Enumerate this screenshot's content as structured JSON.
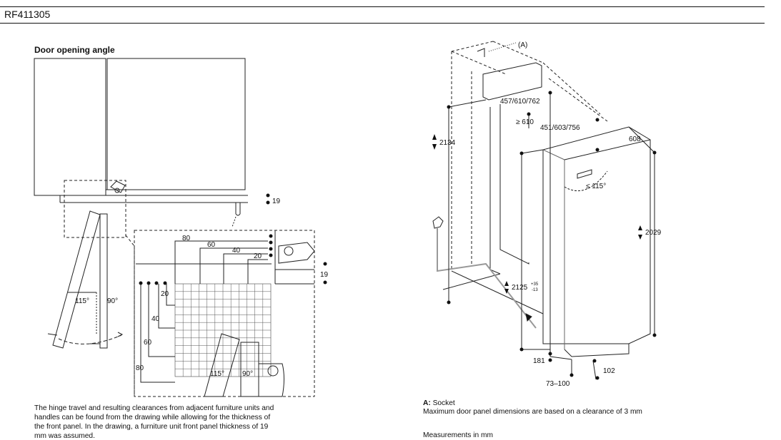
{
  "header": {
    "model": "RF411305"
  },
  "left": {
    "title": "Door opening angle",
    "dims": {
      "d19a": "19",
      "d19b": "19",
      "d80": "80",
      "d60": "60",
      "d40": "40",
      "d20": "20",
      "v20": "20",
      "v40": "40",
      "v60": "60",
      "v80": "80",
      "a115": "115°",
      "a90": "90°",
      "b115": "115°",
      "b90": "90°"
    },
    "note": "The hinge travel and resulting clearances from adjacent furniture units and handles can be found from the drawing while allowing for the thickness of the front panel. In the drawing, a furniture unit front panel thickness of 19 mm was assumed."
  },
  "right": {
    "dims": {
      "socket_tag": "(A)",
      "w457": "457/610/762",
      "gte610": "≥ 610",
      "w451": "451/603/756",
      "d608": "608",
      "h2134": "2134",
      "angle": "≤ 115°",
      "h2029": "2029",
      "h2125": "2125",
      "h2125_tol_plus": "+35",
      "h2125_tol_minus": "-13",
      "d181": "181",
      "d102": "102",
      "d73": "73–100"
    },
    "legend_socket_label": "A:",
    "legend_socket_text": "Socket",
    "legend_max": "Maximum door panel dimensions are based on a clearance of 3 mm",
    "legend_units": "Measurements in mm"
  }
}
